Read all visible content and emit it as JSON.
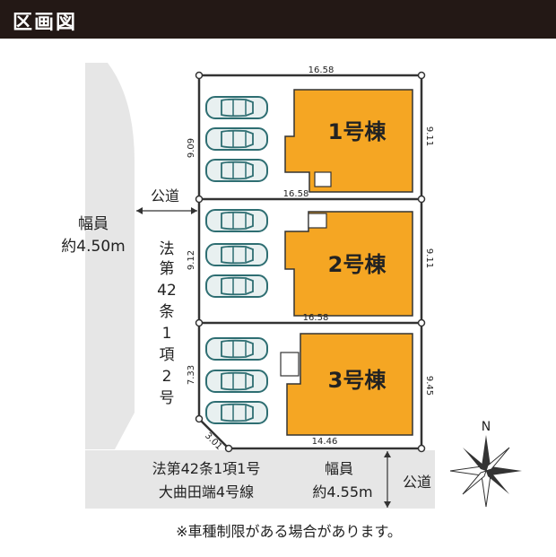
{
  "header": {
    "title": "区画図"
  },
  "lots": [
    {
      "label": "1号棟",
      "width_top": "16.58",
      "depth_left": "9.09",
      "depth_right": "9.11",
      "width_bottom": "16.58"
    },
    {
      "label": "2号棟",
      "depth_left": "9.12",
      "depth_right": "9.11",
      "width_bottom": "16.58"
    },
    {
      "label": "3号棟",
      "depth_left": "7.33",
      "depth_right": "9.45",
      "width_bottom": "14.46",
      "corner_cut": "3.01"
    }
  ],
  "roads": {
    "west": {
      "name": "公道",
      "width_label": "幅員",
      "width_value": "約4.50m",
      "law_chars": [
        "法",
        "第",
        "42",
        "条",
        "1",
        "項",
        "2",
        "号"
      ]
    },
    "south": {
      "name": "公道",
      "law_line1": "法第42条1項1号",
      "law_line2": "大曲田端4号線",
      "width_label": "幅員",
      "width_value": "約4.55m"
    }
  },
  "compass": {
    "label": "N"
  },
  "note": "※車種制限がある場合があります。",
  "colors": {
    "header_bg": "#231815",
    "building_fill": "#F5A623",
    "road_fill": "#E6E6E6",
    "car_fill": "#E8F0F0",
    "car_outline": "#2E6E72"
  }
}
